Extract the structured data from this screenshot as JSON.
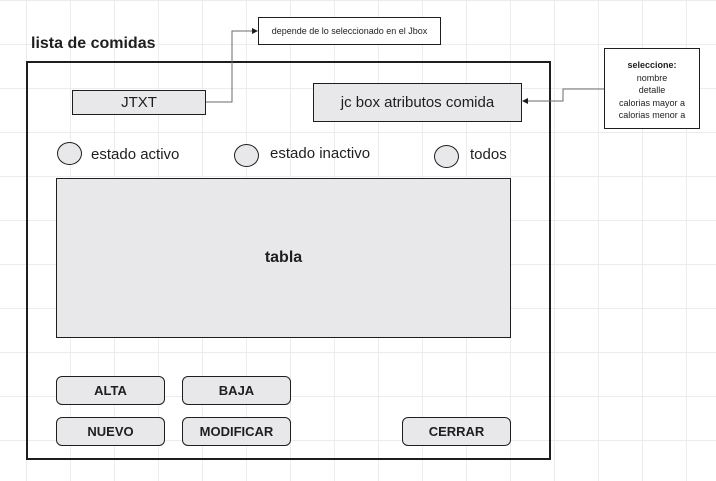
{
  "title": "lista de comidas",
  "jtxt_label": "JTXT",
  "combo_label": "jc box atributos comida",
  "radios": [
    {
      "label": "estado activo"
    },
    {
      "label": "estado inactivo"
    },
    {
      "label": "todos"
    }
  ],
  "table_label": "tabla",
  "buttons": {
    "alta": "ALTA",
    "baja": "BAJA",
    "nuevo": "NUEVO",
    "modificar": "MODIFICAR",
    "cerrar": "CERRAR"
  },
  "notes": {
    "jtxt_note": "depende de lo seleccionado en el Jbox",
    "combo_note": {
      "heading": "seleccione:",
      "options": [
        "nombre",
        "detalle",
        "calorias mayor a",
        "calorias menor a"
      ]
    }
  },
  "colors": {
    "fill": "#e8e8ea",
    "stroke": "#1e1e1e",
    "connector": "#6b6b6b",
    "grid": "#ececec"
  }
}
